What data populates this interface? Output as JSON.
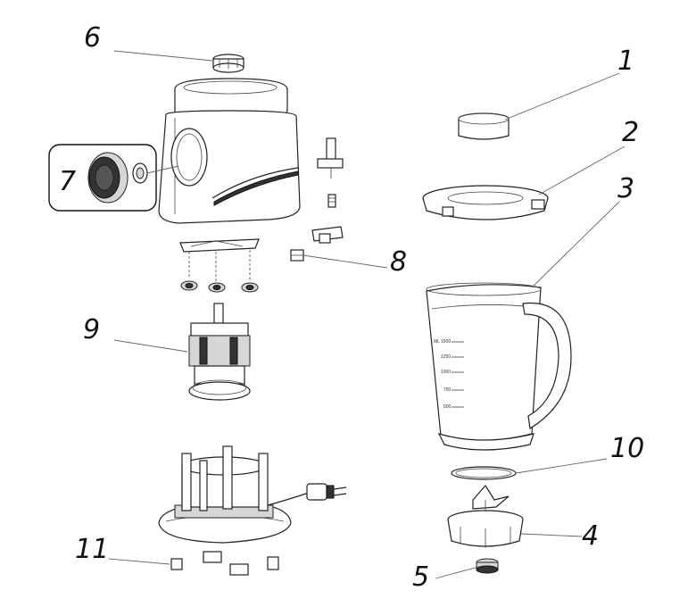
{
  "diagram": {
    "parts": [
      {
        "num": "1"
      },
      {
        "num": "2"
      },
      {
        "num": "3"
      },
      {
        "num": "4"
      },
      {
        "num": "5"
      },
      {
        "num": "6"
      },
      {
        "num": "7"
      },
      {
        "num": "8"
      },
      {
        "num": "9"
      },
      {
        "num": "10"
      },
      {
        "num": "11"
      }
    ],
    "jug_scale": {
      "unit": "ML",
      "marks": [
        "1500",
        "1250",
        "1000",
        "750",
        "500"
      ]
    }
  }
}
